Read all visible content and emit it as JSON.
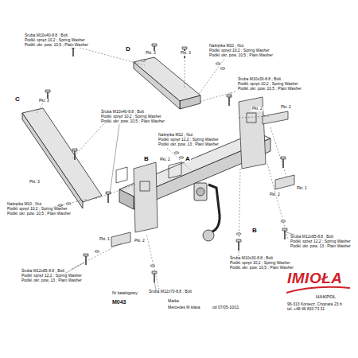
{
  "diagram": {
    "labels": [
      "D",
      "Pkt. 3",
      "Pkt. 3",
      "Śruba M10x40-8.8 ; Bolt",
      "Podkł. spręż.10,2 ; Spring Washer",
      "Podkł. okr. pow. 10,5 ; Plain Washer",
      "Nakrętka M10 ; Nut",
      "Podkł. spręż.10,2 ; Spring Washer",
      "Podkł. okr. pow. 10,5 ; Plain Washer",
      "Śruba M10x30-8.8 ; Bolt",
      "Podkł. spręż.10,2 ; Spring Washer",
      "Podkł. okr. pow. 10,5 ; Plain Washer",
      "C",
      "Pkt. 3",
      "Śruba M10x40-8.8 ; Bolt",
      "Podkł. spręż 10,2 ; Spring Washer",
      "Podkł. okr. pow. 10,5 ; Plain Washer",
      "Nakrętka M12 ; Nut",
      "Podkł. spręż 12,2 ; Spring Washer",
      "Podkł. okr. pow. 13 ; Plain Washer",
      "Pkt. 2",
      "Pkt. 2",
      "Pkt. 1",
      "Pkt. 3",
      "Nakrętka M10 ; Nut",
      "Podkł. spręż 10,2 ; Spring Washer",
      "Podkł. okr. pow. 10,5 ; Plain Washer",
      "B",
      "Pkt. 2",
      "A",
      "Pkt. 2",
      "Pkt. 1",
      "Pkt. 2",
      "B",
      "Śruba M12x85-8.8 ; Bolt",
      "Podkł. spręż 12,2 ; Spring Washer",
      "Podkł. okr. pow. 13 ; Plain Washer",
      "Śruba M10x30-8.8 ; Bolt",
      "Podkł. spręż 10,2 ; Spring Washer",
      "Podkł. okr. pow. 10,5 ; Plain Washer",
      "Śruba M12x85-8.8 ; Bolt",
      "Podkł. spręż 12,2 ; Spring Washer",
      "Podkł. okr. pow. 13 ; Plain Washer",
      "Śruba M12x70-8.8 ; Bolt",
      "Nr katalogowy",
      "Marka",
      "M043",
      "Mercedes M klasa",
      "od 07/05-10/11",
      "IMIOŁA",
      "HAKPOL",
      "96-313 Koniecz, Chojnata 23 b",
      "tel. +48 46 833 73 31"
    ]
  }
}
